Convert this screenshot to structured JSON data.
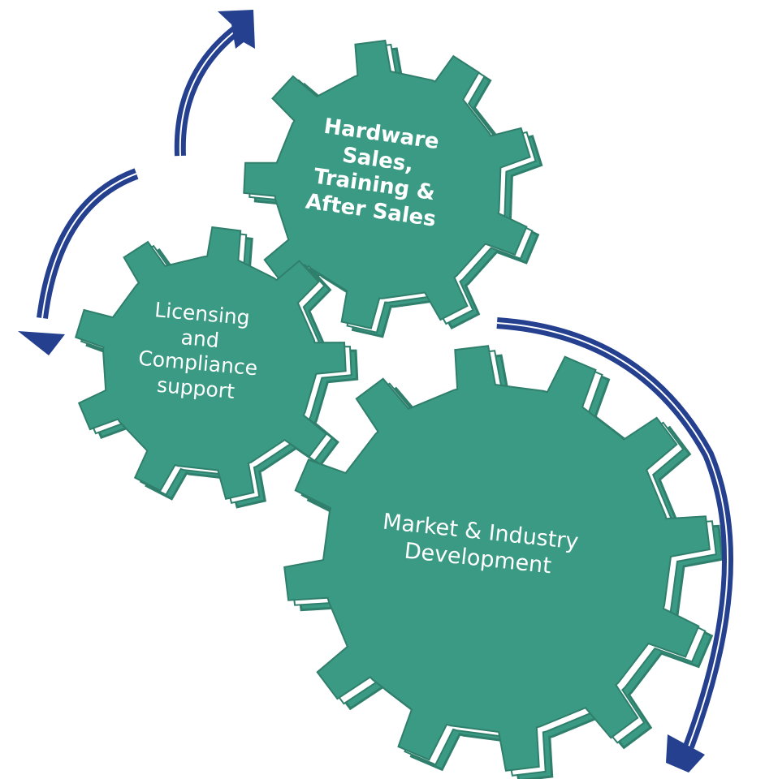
{
  "colors": {
    "gear_face": "#3a9a83",
    "gear_side": "#ffffff",
    "gear_outline": "#2f7f6c",
    "arrow": "#24408f"
  },
  "gears": [
    {
      "id": "hardware",
      "lines": [
        "Hardware",
        "Sales,",
        "Training &",
        "After Sales"
      ]
    },
    {
      "id": "licensing",
      "lines": [
        "Licensing",
        "and",
        "Compliance",
        "support"
      ]
    },
    {
      "id": "market",
      "lines": [
        "Market & Industry",
        "Development"
      ]
    }
  ],
  "arrows": [
    "curved-arrow-up",
    "curved-arrow-down-left",
    "curved-arrow-down-right"
  ]
}
